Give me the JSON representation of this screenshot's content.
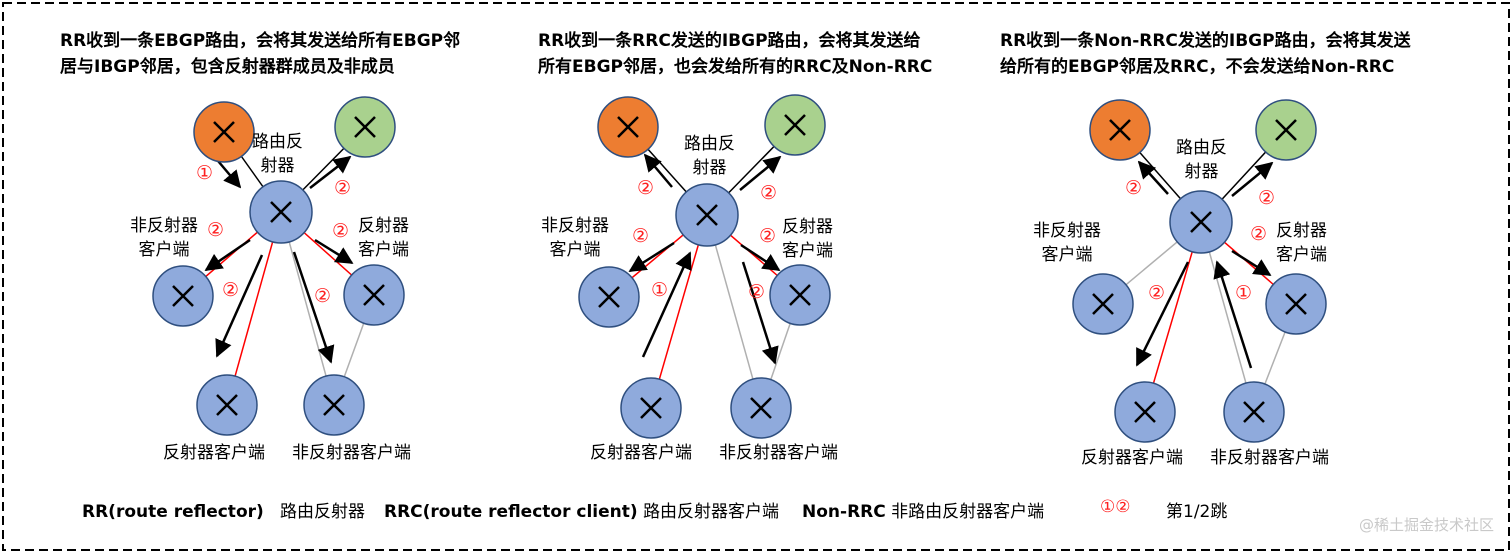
{
  "panels": [
    {
      "title_l1": "RR收到一条EBGP路由，会将其发送给所有EBGP邻",
      "title_l2": "居与IBGP邻居，包含反射器群成员及非成员",
      "rr_label_l1": "路由反",
      "rr_label_l2": "射器",
      "left_label_l1": "非反射器",
      "left_label_l2": "客户端",
      "right_label_l1": "反射器",
      "right_label_l2": "客户端",
      "bottom_left_label": "反射器客户端",
      "bottom_right_label": "非反射器客户端",
      "marks": [
        "①",
        "②",
        "②",
        "②",
        "②",
        "②"
      ]
    },
    {
      "title_l1": "RR收到一条RRC发送的IBGP路由，会将其发送给",
      "title_l2": "所有EBGP邻居，也会发给所有的RRC及Non-RRC",
      "rr_label_l1": "路由反",
      "rr_label_l2": "射器",
      "left_label_l1": "非反射器",
      "left_label_l2": "客户端",
      "right_label_l1": "反射器",
      "right_label_l2": "客户端",
      "bottom_left_label": "反射器客户端",
      "bottom_right_label": "非反射器客户端",
      "marks": [
        "②",
        "②",
        "②",
        "②",
        "①",
        "②"
      ]
    },
    {
      "title_l1": "RR收到一条Non-RRC发送的IBGP路由，会将其发送",
      "title_l2": "给所有的EBGP邻居及RRC，不会发送给Non-RRC",
      "rr_label_l1": "路由反",
      "rr_label_l2": "射器",
      "left_label_l1": "非反射器",
      "left_label_l2": "客户端",
      "right_label_l1": "反射器",
      "right_label_l2": "客户端",
      "bottom_left_label": "反射器客户端",
      "bottom_right_label": "非反射器客户端",
      "marks": [
        "②",
        "②",
        "②",
        "②",
        "①"
      ]
    }
  ],
  "legend": {
    "rr_abbr": "RR(route reflector)",
    "rr_desc": "路由反射器",
    "rrc_abbr": "RRC(route reflector client)",
    "rrc_desc": "路由反射器客户端",
    "nonrrc_abbr": "Non-RRC",
    "nonrrc_desc": "非路由反射器客户端",
    "marks": "①②",
    "marks_desc": "第1/2跳"
  },
  "watermark": "@稀土掘金技术社区",
  "colors": {
    "router_blue": "#8faadc",
    "router_orange": "#ed7d31",
    "router_green": "#a9d18e",
    "client_link": "#ff0000",
    "nonclient_link": "#b0b0b0",
    "mark_red": "#ff2020"
  }
}
